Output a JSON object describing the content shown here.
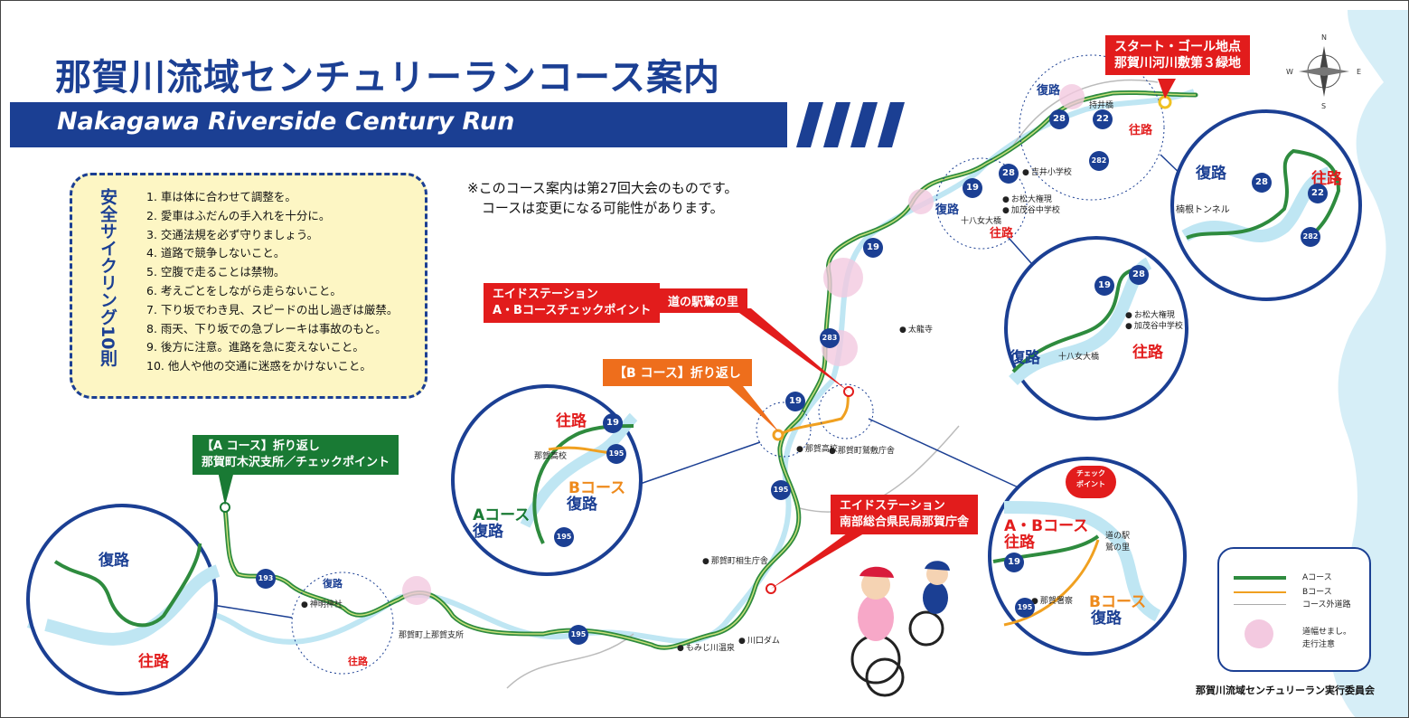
{
  "title_jp": "那賀川流域センチュリーランコース案内",
  "title_en": "Nakagawa  Riverside Century Run",
  "rules": {
    "title": "安全サイクリング10則",
    "items": [
      "1.  車は体に合わせて調整を。",
      "2.  愛車はふだんの手入れを十分に。",
      "3.  交通法規を必ず守りましょう。",
      "4.  道路で競争しないこと。",
      "5.  空腹で走ることは禁物。",
      "6.  考えごとをしながら走らないこと。",
      "7.  下り坂でわき見、スピードの出し過ぎは厳禁。",
      "8.  雨天、下り坂での急ブレーキは事故のもと。",
      "9.  後方に注意。進路を急に変えないこと。",
      "10. 他人や他の交通に迷惑をかけないこと。"
    ]
  },
  "notice": {
    "line1": "※このコース案内は第27回大会のものです。",
    "line2": "コースは変更になる可能性があります。"
  },
  "callouts": {
    "start_goal": {
      "line1": "スタート・ゴール地点",
      "line2": "那賀川河川敷第３緑地"
    },
    "aid_station_1": {
      "line1": "エイドステーション",
      "line2": "A・Bコースチェックポイント",
      "place": "道の駅鷲の里"
    },
    "b_turn": {
      "label": "【B コース】折り返し"
    },
    "a_turn": {
      "line1": "【A コース】折り返し",
      "line2": "那賀町木沢支所／チェックポイント"
    },
    "aid_station_2": {
      "line1": "エイドステーション",
      "line2": "南部総合県民局那賀庁舎"
    }
  },
  "directions": {
    "outbound": "往路",
    "return": "復路",
    "a_return": "Aコース",
    "b_course": "Bコース",
    "ab_course": "A・Bコース",
    "checkpoint": "チェック\nポイント"
  },
  "places": {
    "mochii_bridge": "持井橋",
    "yoshii_school": "吉井小学校",
    "omatsu": "お松大権現",
    "kamoya_school": "加茂谷中学校",
    "juhachi_bridge": "十八女大橋",
    "funene_tunnel": "楠根トンネル",
    "tairyuji": "太龍寺",
    "naka_high": "那賀高校",
    "washiki_office": "那賀町鷲敷庁舎",
    "aioi_office": "那賀町相生庁舎",
    "kawaguchi_dam": "川口ダム",
    "momiji_onsen": "もみじ川温泉",
    "kaminaka_office": "那賀町上那賀支所",
    "shinmei_shrine": "神明神社",
    "naka_police": "那賀署察",
    "michi_no_eki": "道の駅\n鷲の里"
  },
  "routes": {
    "r19": "19",
    "r22": "22",
    "r28": "28",
    "r282": "282",
    "r283": "283",
    "r195": "195",
    "r193": "193"
  },
  "legend": {
    "a_course": "Aコース",
    "b_course": "Bコース",
    "other_road": "コース外道路",
    "narrow": "道幅せまし。",
    "narrow2": "走行注意"
  },
  "compass": {
    "n": "N",
    "s": "S",
    "e": "E",
    "w": "W"
  },
  "committee": "那賀川流域センチュリーラン実行委員会",
  "colors": {
    "brand_blue": "#1b3f93",
    "a_course": "#2e8b3e",
    "b_course": "#f0a020",
    "aid_red": "#e21c1c",
    "river": "#bfe6f3"
  }
}
